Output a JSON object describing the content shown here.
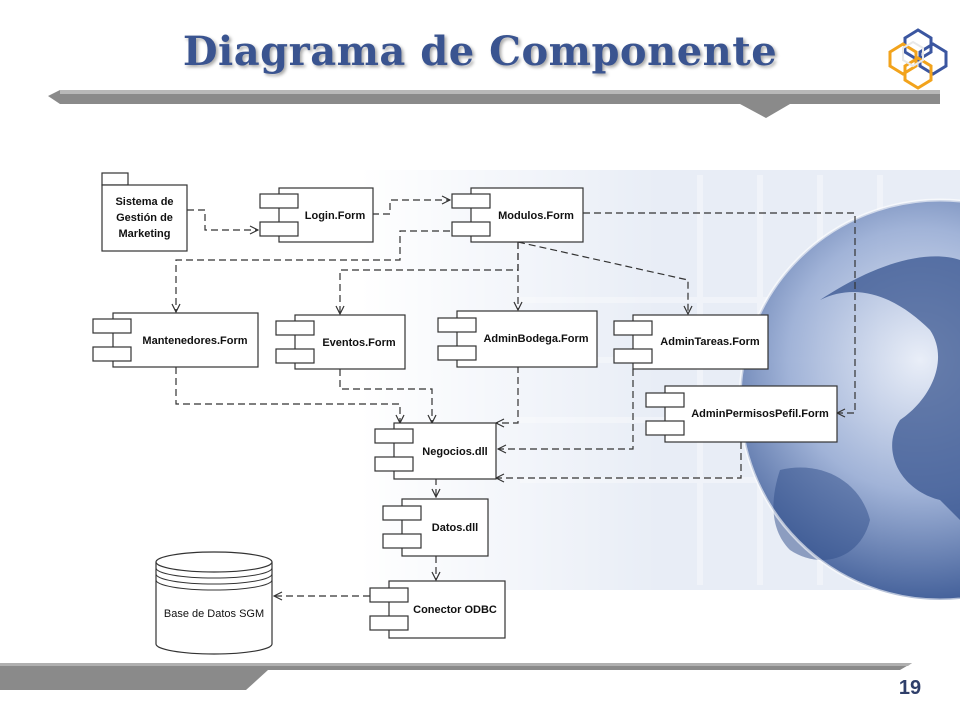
{
  "slide": {
    "title": "Diagrama de Componente",
    "page_number": "19"
  },
  "diagram": {
    "package": {
      "lines": [
        "Sistema de",
        "Gestión de",
        "Marketing"
      ]
    },
    "components": {
      "login": "Login.Form",
      "modulos": "Modulos.Form",
      "mantenedores": "Mantenedores.Form",
      "eventos": "Eventos.Form",
      "adminbodega": "AdminBodega.Form",
      "admintareas": "AdminTareas.Form",
      "adminpermisos": "AdminPermisosPefil.Form",
      "negocios": "Negocios.dll",
      "datos": "Datos.dll",
      "odbc": "Conector ODBC"
    },
    "database": "Base de Datos SGM"
  },
  "colors": {
    "title": "#3a5490",
    "bar": "#8a8a8a",
    "line": "#333333",
    "globe": "#3c5a96"
  }
}
